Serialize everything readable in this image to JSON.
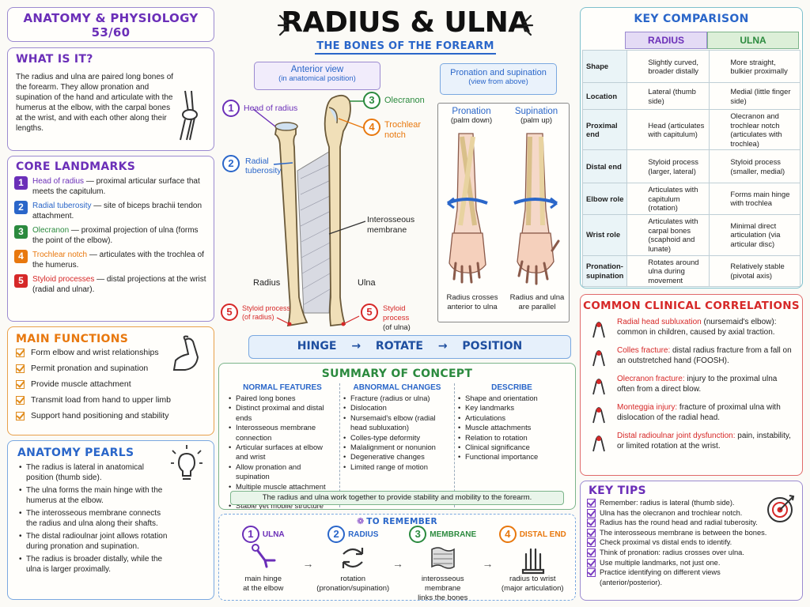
{
  "header": {
    "course": "ANATOMY & PHYSIOLOGY",
    "page": "53/60",
    "title": "RADIUS & ULNA",
    "subtitle": "THE BONES OF THE FOREARM"
  },
  "what_is_it": {
    "heading": "WHAT IS IT?",
    "text": "The radius and ulna are paired long bones of the forearm. They allow pronation and supination of the hand and articulate with the humerus at the elbow, with the carpal bones at the wrist, and with each other along their lengths."
  },
  "core_landmarks": {
    "heading": "CORE LANDMARKS",
    "items": [
      {
        "n": "1",
        "term": "Head of radius",
        "desc": " — proximal articular surface that meets the capitulum.",
        "color": "#6b2fb8"
      },
      {
        "n": "2",
        "term": "Radial tuberosity",
        "desc": " — site of biceps brachii tendon attachment.",
        "color": "#2a66c9"
      },
      {
        "n": "3",
        "term": "Olecranon",
        "desc": " — proximal projection of ulna (forms the point of the elbow).",
        "color": "#2b8a3e"
      },
      {
        "n": "4",
        "term": "Trochlear notch",
        "desc": " — articulates with the trochlea of the humerus.",
        "color": "#e8780e"
      },
      {
        "n": "5",
        "term": "Styloid processes",
        "desc": " — distal projections at the wrist (radial and ulnar).",
        "color": "#d62828"
      }
    ]
  },
  "main_functions": {
    "heading": "MAIN FUNCTIONS",
    "items": [
      "Form elbow and wrist relationships",
      "Permit pronation and supination",
      "Provide muscle attachment",
      "Transmit load from hand to upper limb",
      "Support hand positioning and stability"
    ]
  },
  "anatomy_pearls": {
    "heading": "ANATOMY PEARLS",
    "items": [
      "The radius is lateral in anatomical position (thumb side).",
      "The ulna forms the main hinge with the humerus at the elbow.",
      "The interosseous membrane connects the radius and ulna along their shafts.",
      "The distal radioulnar joint allows rotation during pronation and supination.",
      "The radius is broader distally, while the ulna is larger proximally."
    ]
  },
  "anterior": {
    "title": "Anterior view",
    "subtitle": "(in anatomical position)",
    "labels": {
      "head_radius": "Head of radius",
      "radial_tub_1": "Radial",
      "radial_tub_2": "tuberosity",
      "olecranon": "Olecranon",
      "trochlear_1": "Trochlear",
      "trochlear_2": "notch",
      "membrane_1": "Interosseous",
      "membrane_2": "membrane",
      "radius": "Radius",
      "ulna": "Ulna",
      "styloid_r_1": "Styloid process",
      "styloid_r_2": "(of radius)",
      "styloid_u_1": "Styloid process",
      "styloid_u_2": "(of ulna)"
    }
  },
  "pronation": {
    "title": "Pronation and supination",
    "subtitle": "(view from above)",
    "pron_label": "Pronation",
    "pron_sub": "(palm down)",
    "sup_label": "Supination",
    "sup_sub": "(palm up)",
    "pron_caption_1": "Radius crosses",
    "pron_caption_2": "anterior to ulna",
    "sup_caption_1": "Radius and ulna",
    "sup_caption_2": "are parallel"
  },
  "flow": {
    "a": "HINGE",
    "b": "ROTATE",
    "c": "POSITION",
    "arrow": "→"
  },
  "summary": {
    "heading": "SUMMARY OF CONCEPT",
    "cols": [
      {
        "title": "NORMAL FEATURES",
        "color": "#2a66c9",
        "items": [
          "Paired long bones",
          "Distinct proximal and distal ends",
          "Interosseous membrane connection",
          "Articular surfaces at elbow and wrist",
          "Allow pronation and supination",
          "Multiple muscle attachment sites",
          "Stable yet mobile structure"
        ]
      },
      {
        "title": "ABNORMAL CHANGES",
        "color": "#2a66c9",
        "items": [
          "Fracture (radius or ulna)",
          "Dislocation",
          "Nursemaid's elbow (radial head subluxation)",
          "Colles-type deformity",
          "Malalignment or nonunion",
          "Degenerative changes",
          "Limited range of motion"
        ]
      },
      {
        "title": "DESCRIBE",
        "color": "#2a66c9",
        "items": [
          "Shape and orientation",
          "Key landmarks",
          "Articulations",
          "Muscle attachments",
          "Relation to rotation",
          "Clinical significance",
          "Functional importance"
        ]
      }
    ],
    "footer": "The radius and ulna work together to provide stability and mobility to the forearm."
  },
  "remember": {
    "heading": "TO REMEMBER",
    "items": [
      {
        "n": "1",
        "title": "ULNA",
        "line1": "main hinge",
        "line2": "at the elbow",
        "color": "#6b2fb8"
      },
      {
        "n": "2",
        "title": "RADIUS",
        "line1": "rotation",
        "line2": "(pronation/supination)",
        "color": "#2a66c9"
      },
      {
        "n": "3",
        "title": "MEMBRANE",
        "line1": "interosseous membrane",
        "line2": "links the bones",
        "color": "#2b8a3e"
      },
      {
        "n": "4",
        "title": "DISTAL END",
        "line1": "radius to wrist",
        "line2": "(major articulation)",
        "color": "#e8780e"
      }
    ]
  },
  "comparison": {
    "heading": "KEY COMPARISON",
    "col_radius": "RADIUS",
    "col_ulna": "ULNA",
    "rows": [
      {
        "label": "Shape",
        "radius": "Slightly curved, broader distally",
        "ulna": "More straight, bulkier proximally"
      },
      {
        "label": "Location",
        "radius": "Lateral (thumb side)",
        "ulna": "Medial (little finger side)"
      },
      {
        "label": "Proximal end",
        "radius": "Head (articulates with capitulum)",
        "ulna": "Olecranon and trochlear notch (articulates with trochlea)"
      },
      {
        "label": "Distal end",
        "radius": "Styloid process (larger, lateral)",
        "ulna": "Styloid process (smaller, medial)"
      },
      {
        "label": "Elbow role",
        "radius": "Articulates with capitulum (rotation)",
        "ulna": "Forms main hinge with trochlea"
      },
      {
        "label": "Wrist role",
        "radius": "Articulates with carpal bones (scaphoid and lunate)",
        "ulna": "Minimal direct articulation (via articular disc)"
      },
      {
        "label": "Pronation-supination",
        "radius": "Rotates around ulna during movement",
        "ulna": "Relatively stable (pivotal axis)"
      }
    ]
  },
  "clinical": {
    "heading": "COMMON CLINICAL CORRELATIONS",
    "items": [
      {
        "term": "Radial head subluxation",
        "rest": " (nursemaid's elbow): common in children, caused by axial traction."
      },
      {
        "term": "Colles fracture:",
        "rest": " distal radius fracture from a fall on an outstretched hand (FOOSH)."
      },
      {
        "term": "Olecranon fracture:",
        "rest": " injury to the proximal ulna often from a direct blow."
      },
      {
        "term": "Monteggia injury:",
        "rest": " fracture of proximal ulna with dislocation of the radial head."
      },
      {
        "term": "Distal radioulnar joint dysfunction:",
        "rest": " pain, instability, or limited rotation at the wrist."
      }
    ]
  },
  "tips": {
    "heading": "KEY TIPS",
    "items": [
      "Remember: radius is lateral (thumb side).",
      "Ulna has the olecranon and trochlear notch.",
      "Radius has the round head and radial tuberosity.",
      "The interosseous membrane is between the bones.",
      "Check proximal vs distal ends to identify.",
      "Think of pronation: radius crosses over ulna.",
      "Use multiple landmarks, not just one.",
      "Practice identifying on different views (anterior/posterior)."
    ]
  }
}
